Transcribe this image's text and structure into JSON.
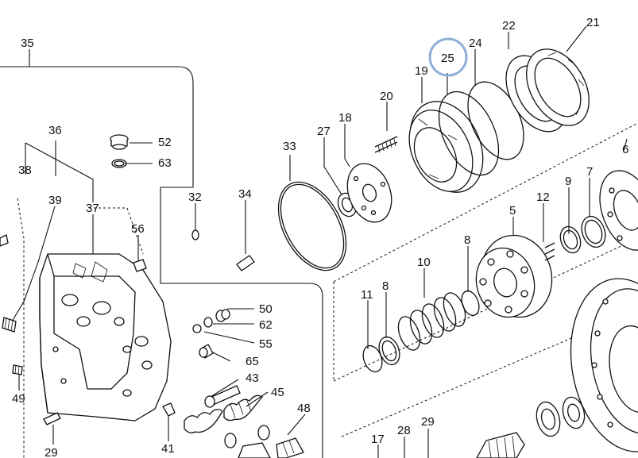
{
  "labels": {
    "p35": "35",
    "p36": "36",
    "p38": "38",
    "p39": "39",
    "p37": "37",
    "p52": "52",
    "p63": "63",
    "p32": "32",
    "p34": "34",
    "p56": "56",
    "p33": "33",
    "p27": "27",
    "p18": "18",
    "p20": "20",
    "p19": "19",
    "p25": "25",
    "p24": "24",
    "p22": "22",
    "p21": "21",
    "p6": "6",
    "p9": "9",
    "p7": "7",
    "p12": "12",
    "p5": "5",
    "p8a": "8",
    "p8b": "8",
    "p10": "10",
    "p11": "11",
    "p50": "50",
    "p62": "62",
    "p55": "55",
    "p65": "65",
    "p43": "43",
    "p45": "45",
    "p48": "48",
    "p49": "49",
    "p41": "41",
    "p29a": "29",
    "p17": "17",
    "p28": "28",
    "p29b": "29"
  },
  "highlight": {
    "label": "p25",
    "color": "#8fb0d6"
  }
}
